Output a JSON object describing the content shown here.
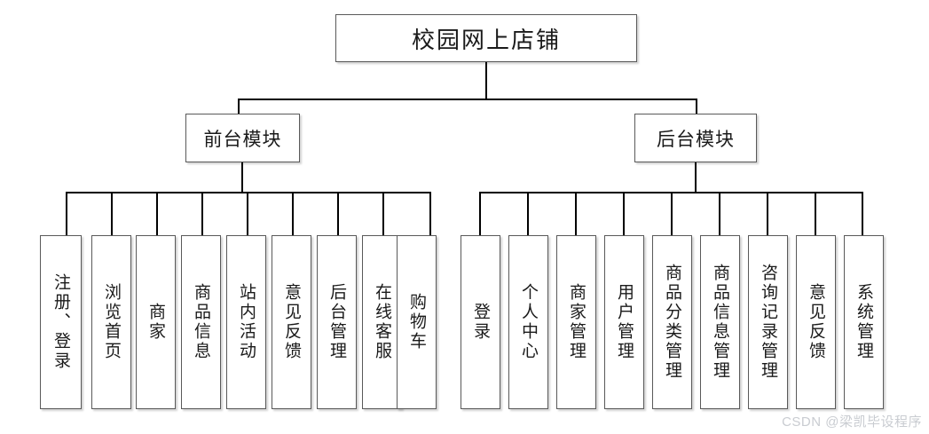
{
  "diagram": {
    "type": "tree-hierarchy",
    "title": "校园网上店铺",
    "watermark": "CSDN @梁凯毕设程序",
    "colors": {
      "background": "#ffffff",
      "box_border": "#595959",
      "connector": "#000000",
      "text": "#1a1a1a",
      "watermark": "#c9ccd1"
    },
    "root": {
      "label": "校园网上店铺"
    },
    "modules": [
      {
        "label": "前台模块",
        "children": [
          {
            "label": "注册、登录"
          },
          {
            "label": "浏览首页"
          },
          {
            "label": "商家"
          },
          {
            "label": "商品信息"
          },
          {
            "label": "站内活动"
          },
          {
            "label": "意见反馈"
          },
          {
            "label": "后台管理"
          },
          {
            "label": "在线客服"
          },
          {
            "label": "购物车"
          }
        ]
      },
      {
        "label": "后台模块",
        "children": [
          {
            "label": "登录"
          },
          {
            "label": "个人中心"
          },
          {
            "label": "商家管理"
          },
          {
            "label": "用户管理"
          },
          {
            "label": "商品分类管理"
          },
          {
            "label": "商品信息管理"
          },
          {
            "label": "咨询记录管理"
          },
          {
            "label": "意见反馈"
          },
          {
            "label": "系统管理"
          }
        ]
      }
    ]
  }
}
